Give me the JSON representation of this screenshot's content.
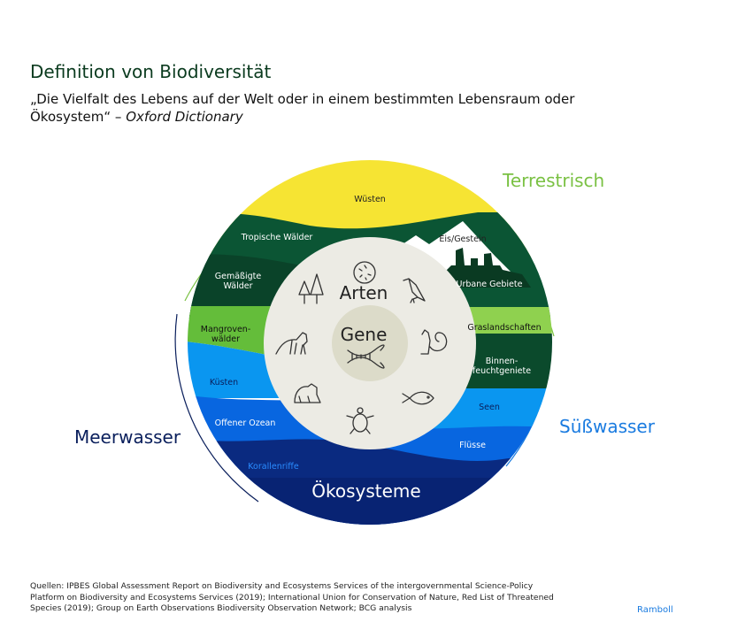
{
  "header": {
    "title": "Definition von Biodiversität",
    "quote": "„Die Vielfalt des Lebens auf der Welt oder in einem bestimmten Lebensraum oder Ökosystem“ –",
    "quote_source": "Oxford Dictionary"
  },
  "diagram": {
    "groups": {
      "terrestrial": "Terrestrisch",
      "freshwater": "Süßwasser",
      "marine": "Meerwasser"
    },
    "rings": {
      "ecosystems": "Ökosysteme",
      "species": "Arten",
      "genes": "Gene"
    },
    "ecosystems": {
      "deserts": "Wüsten",
      "tropical_forests": "Tropische Wälder",
      "ice_rock": "Eis/Gestein",
      "temperate_forests_1": "Gemäßigte",
      "temperate_forests_2": "Wälder",
      "urban": "Urbane Gebiete",
      "mangroves_1": "Mangroven-",
      "mangroves_2": "wälder",
      "grasslands": "Graslandschaften",
      "inland_wetlands_1": "Binnen-",
      "inland_wetlands_2": "feuchtgeniete",
      "coasts": "Küsten",
      "lakes": "Seen",
      "open_ocean": "Offener Ozean",
      "rivers": "Flüsse",
      "coral_reefs": "Korallenriffe"
    },
    "colors": {
      "terrestrial": "#7ac143",
      "freshwater": "#1a7be0",
      "marine": "#0a1f5c",
      "desert": "#f6e433",
      "forest": "#0b4a2c",
      "grass": "#8fd14f",
      "lightblue": "#0a96f0",
      "blue": "#0866e0",
      "navy": "#0a2a80",
      "species_disc": "#ecebe4",
      "gene_disc": "#dcdbc9"
    }
  },
  "footer": {
    "sources": "Quellen: IPBES Global Assessment Report on Biodiversity and Ecosystems Services of the intergovernmental Science-Policy Platform on Biodiversity and Ecosystems Services (2019); International Union for Conservation of Nature, Red List of Threatened Species (2019); Group on Earth Observations Biodiversity Observation Network; BCG analysis",
    "brand": "Ramboll"
  }
}
